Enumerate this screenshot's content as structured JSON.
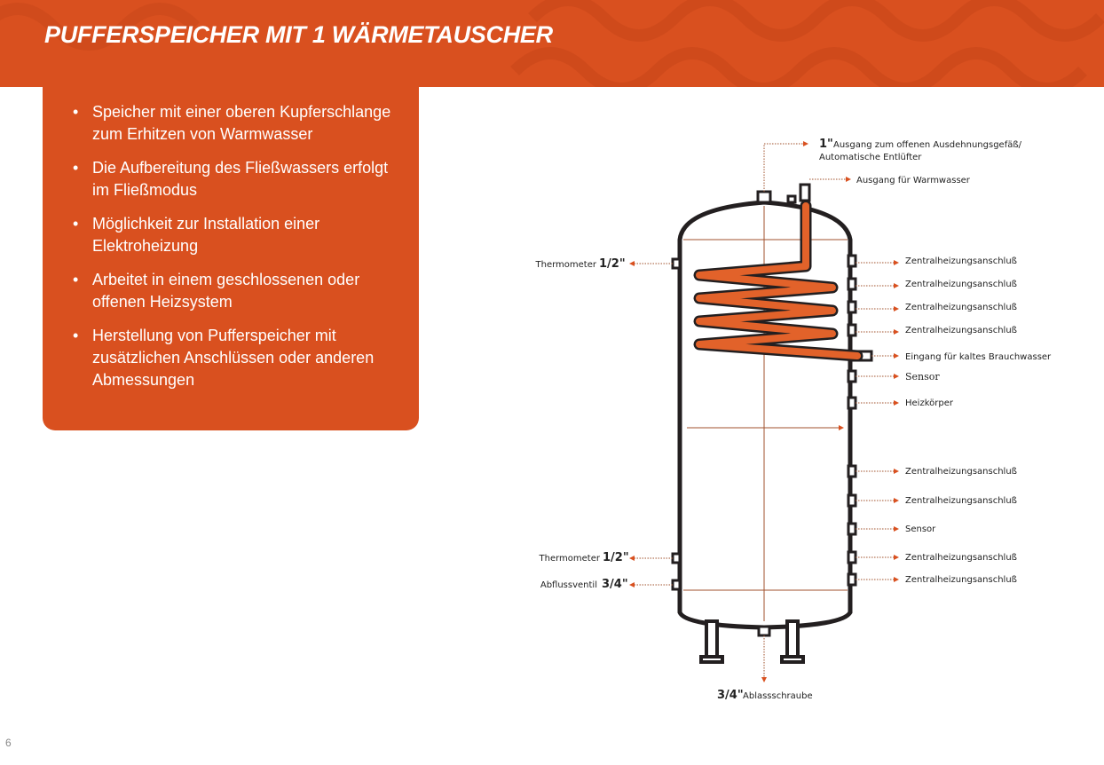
{
  "header": {
    "title": "PUFFERSPEICHER MIT 1 WÄRMETAUSCHER"
  },
  "features": [
    "Speicher mit einer oberen Kupferschlange zum Erhitzen von Warmwasser",
    "Die Aufbereitung des Fließwassers erfolgt im Fließmodus",
    "Möglichkeit zur Installation einer Elektroheizung",
    "Arbeitet in einem geschlossenen oder offenen Heizsystem",
    "Herstellung von Pufferspeicher mit zusätzlichen Anschlüssen oder anderen Abmessungen"
  ],
  "diagram": {
    "top_size": "1\"",
    "top_label_1": "Ausgang zum offenen Ausdehnungsgefäß/",
    "top_label_2": "Automatische Entlüfter",
    "warm_out": "Ausgang für Warmwasser",
    "right": [
      "Zentralheizungsanschluß",
      "Zentralheizungsanschluß",
      "Zentralheizungsanschluß",
      "Zentralheizungsanschluß",
      "Eingang für kaltes Brauchwasser",
      "Sensor",
      "Heizkörper",
      "Zentralheizungsanschluß",
      "Zentralheizungsanschluß",
      "Sensor",
      "Zentralheizungsanschluß",
      "Zentralheizungsanschluß"
    ],
    "left": [
      {
        "label": "Thermometer",
        "size": "1/2\""
      },
      {
        "label": "Thermometer",
        "size": "1/2\""
      },
      {
        "label": "Abflussventil",
        "size": "3/4\""
      }
    ],
    "bottom_size": "3/4\"",
    "bottom_label": "Ablassschraube"
  },
  "page_number": "6",
  "colors": {
    "accent": "#d9501f",
    "dark": "#231f20"
  }
}
